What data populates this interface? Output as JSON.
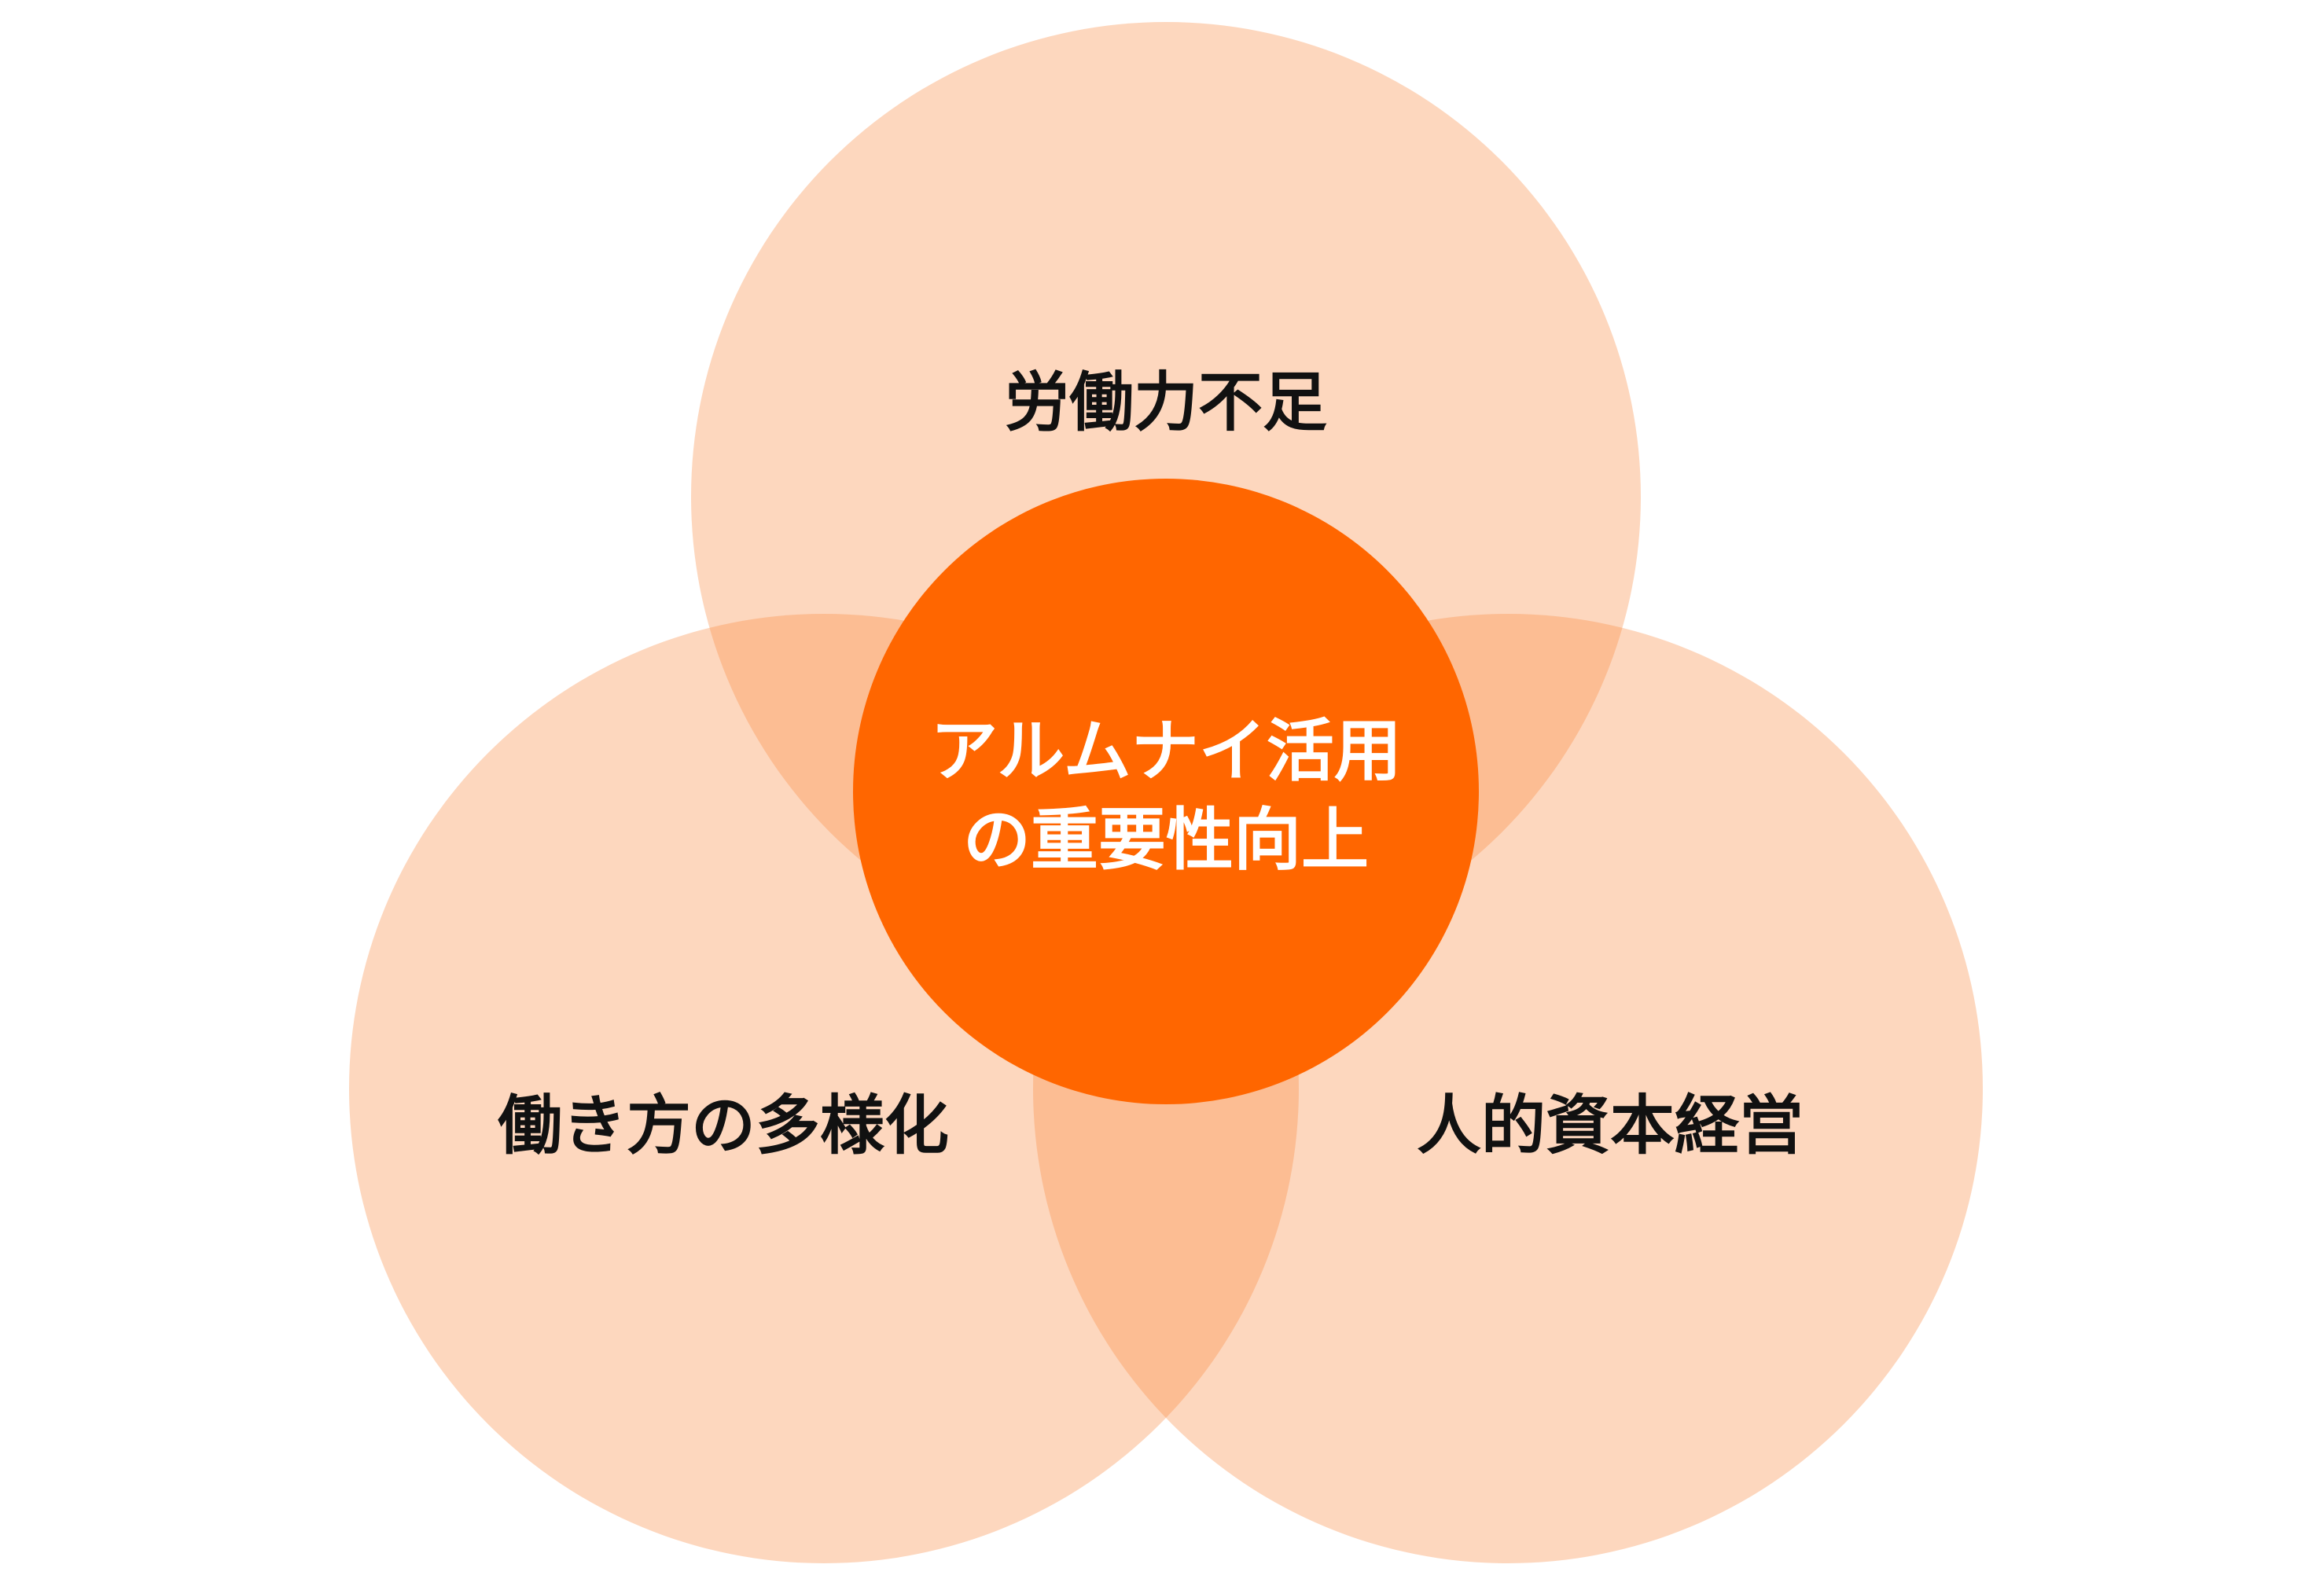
{
  "diagram": {
    "center": {
      "line1": "アルムナイ活用",
      "line2": "の重要性向上"
    },
    "circles": [
      {
        "id": "top",
        "label": "労働力不足"
      },
      {
        "id": "left",
        "label": "働き方の多様化"
      },
      {
        "id": "right",
        "label": "人的資本経営"
      }
    ]
  },
  "colors": {
    "circle_fill": "#F98B45",
    "center_fill": "#FF6600",
    "center_text": "#FFFFFF",
    "label_text": "#111111",
    "background": "#FFFFFF"
  }
}
